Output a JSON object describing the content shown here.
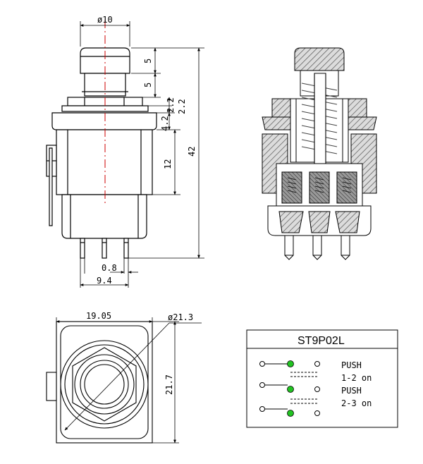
{
  "colors": {
    "line": "#000000",
    "center_line": "#cc0000",
    "hatch": "#555555",
    "spring": "#444444",
    "contact_dot": "#22c322",
    "background": "#ffffff"
  },
  "side_view": {
    "dims": {
      "cap_diameter": "ø10",
      "cap_height_upper": "5",
      "cap_height_lower": "5",
      "nut_a": "2.2",
      "nut_b": "2.2",
      "flange": "4.2",
      "body_height": "12",
      "overall_height": "42",
      "pin_width": "0.8",
      "pin_pitch_total": "9.4"
    }
  },
  "bottom_view": {
    "dims": {
      "body_width": "19.05",
      "nut_diameter": "ø21.3",
      "body_depth": "21.7"
    }
  },
  "schematic": {
    "part_number": "ST9P02L",
    "states": [
      {
        "line1": "PUSH",
        "line2": "1-2 on"
      },
      {
        "line1": "PUSH",
        "line2": "2-3 on"
      }
    ]
  },
  "icons": {
    "contact_closed": "green-dot",
    "contact_open": "hollow-circle"
  }
}
